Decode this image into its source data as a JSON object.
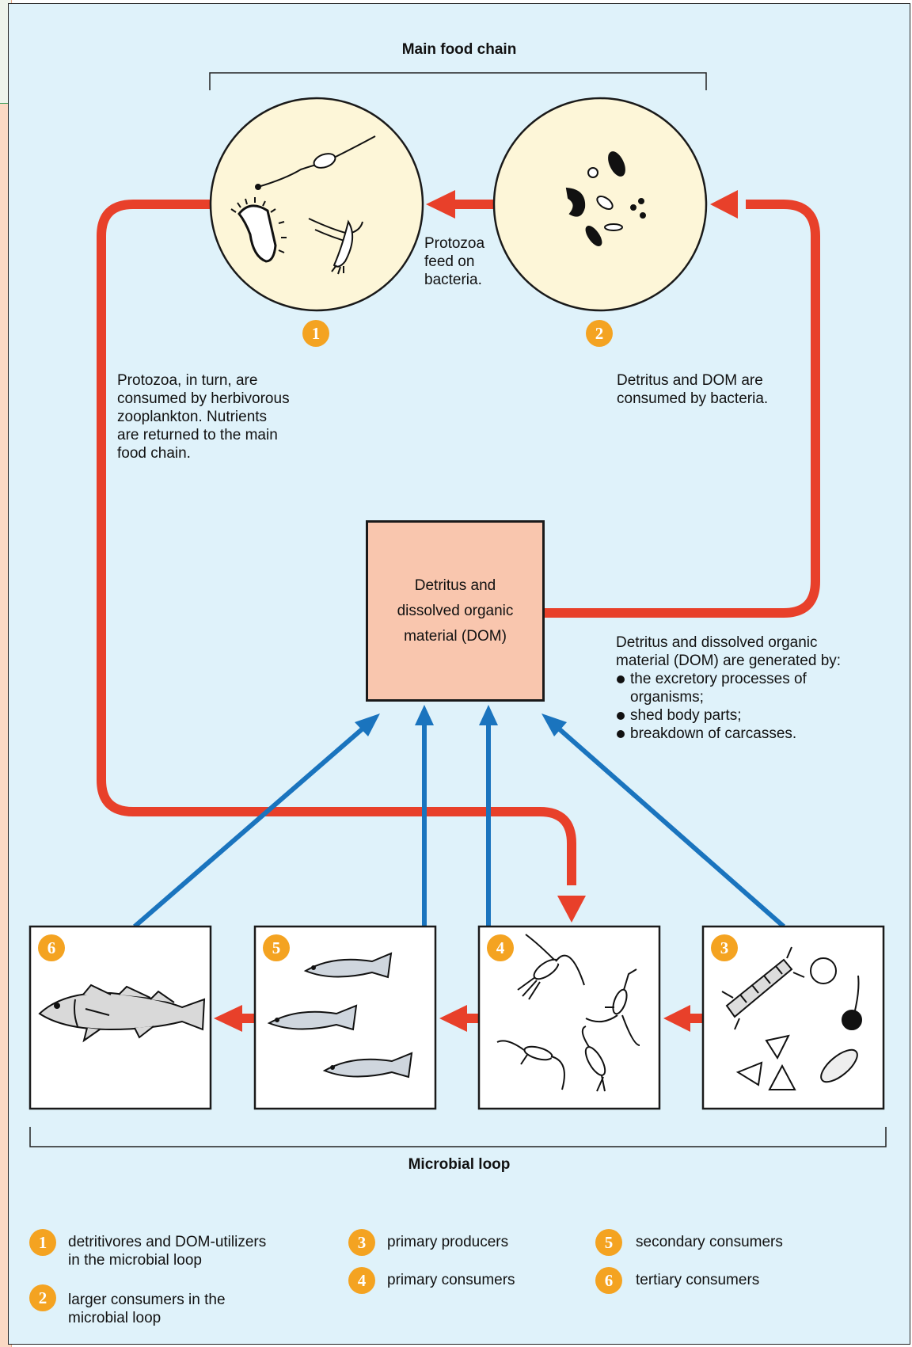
{
  "main_food_chain_label": "Main food chain",
  "microbial_loop_label": "Microbial loop",
  "protozoa_feed_text": "Protozoa\nfeed on\nbacteria.",
  "protozoa_consumed_text": "Protozoa, in turn, are\nconsumed by herbivorous\nzooplankton. Nutrients\nare returned to the main\nfood chain.",
  "detritus_consumed_text": "Detritus and DOM are\nconsumed by bacteria.",
  "dom_box_text": "Detritus and\ndissolved organic\nmaterial (DOM)",
  "generated_by_intro": "Detritus and dissolved organic\nmaterial (DOM) are generated by:",
  "generated_by_items": [
    "the excretory processes of\norganisms;",
    "shed body parts;",
    "breakdown of carcasses."
  ],
  "circles": [
    {
      "badge": "1"
    },
    {
      "badge": "2"
    }
  ],
  "boxes": [
    {
      "badge": "6"
    },
    {
      "badge": "5"
    },
    {
      "badge": "4"
    },
    {
      "badge": "3"
    }
  ],
  "legend": [
    {
      "badge": "1",
      "text": "detritivores and DOM-utilizers\nin the microbial loop"
    },
    {
      "badge": "2",
      "text": "larger consumers in the\nmicrobial loop"
    },
    {
      "badge": "3",
      "text": "primary producers"
    },
    {
      "badge": "4",
      "text": "primary consumers"
    },
    {
      "badge": "5",
      "text": "secondary consumers"
    },
    {
      "badge": "6",
      "text": "tertiary consumers"
    }
  ],
  "colors": {
    "red_arrow": "#e8402a",
    "blue_arrow": "#1a74be",
    "badge": "#f4a321",
    "panel_bg": "#dff2fa",
    "circle_fill": "#fdf6d8",
    "dom_fill": "#f9c6ae"
  }
}
